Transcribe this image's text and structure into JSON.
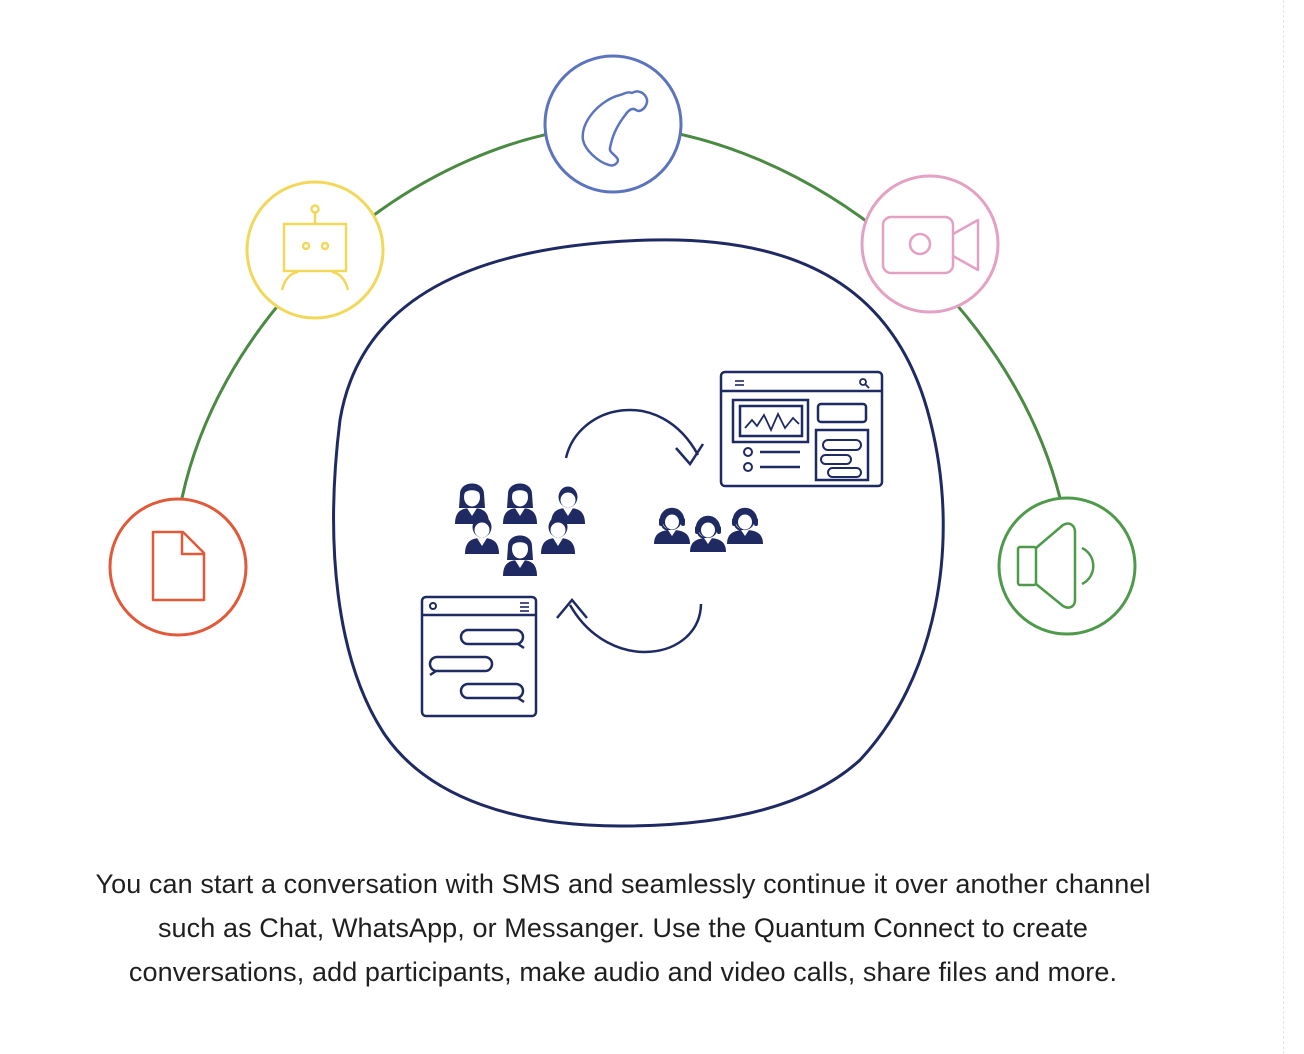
{
  "colors": {
    "arc": "#4a8a43",
    "navy": "#1f2a63",
    "document": "#e05a3a",
    "bot": "#f2d85a",
    "phone": "#5c74be",
    "video": "#e3a1c4",
    "speaker": "#4e9a4a"
  },
  "channel_icons": [
    "document-icon",
    "bot-icon",
    "phone-icon",
    "video-camera-icon",
    "speaker-icon"
  ],
  "center_icons": [
    "customers-group-icon",
    "agents-headset-icon",
    "dashboard-window-icon",
    "chat-window-icon"
  ],
  "caption": {
    "line1": "You can start a conversation with SMS and seamlessly continue it over another channel",
    "line2": "such as Chat, WhatsApp, or Messanger. Use the Quantum Connect to create",
    "line3": "conversations, add participants, make audio and video calls, share files and more."
  }
}
